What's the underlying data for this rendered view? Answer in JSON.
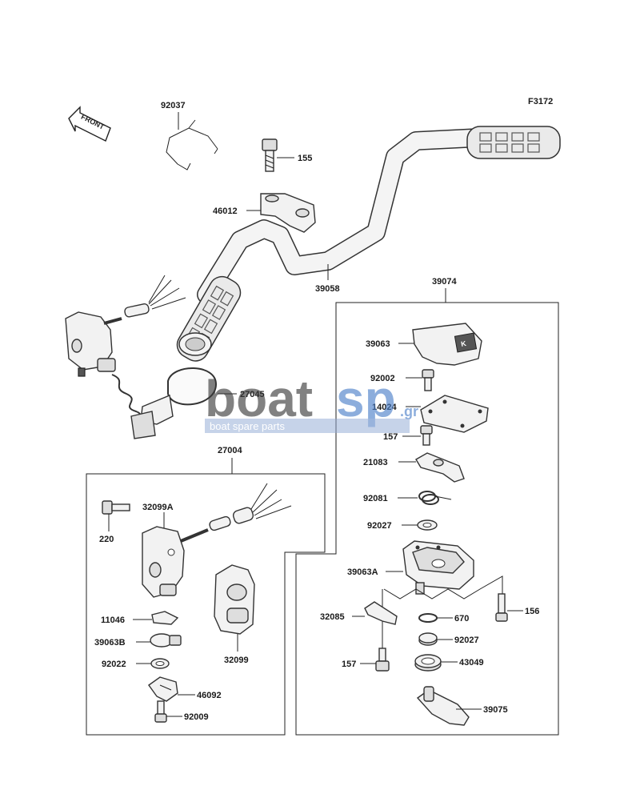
{
  "figure_code": "F3172",
  "front_label": "FRONT",
  "watermark": {
    "logo_left": "boat",
    "logo_right": "sp",
    "logo_suffix": ".gr",
    "tagline": "boat spare parts"
  },
  "callouts": {
    "p92037": "92037",
    "p155": "155",
    "p46012": "46012",
    "p39058": "39058",
    "p39074": "39074",
    "p27045": "27045",
    "p39063": "39063",
    "p92002": "92002",
    "p14024": "14024",
    "p157a": "157",
    "p21083": "21083",
    "p92081": "92081",
    "p92027a": "92027",
    "p39063A": "39063A",
    "p156": "156",
    "p32085": "32085",
    "p670": "670",
    "p92027b": "92027",
    "p157b": "157",
    "p43049": "43049",
    "p39075": "39075",
    "p27004": "27004",
    "p32099A": "32099A",
    "p220": "220",
    "p11046": "11046",
    "p39063B": "39063B",
    "p92022": "92022",
    "p32099": "32099",
    "p46092": "46092",
    "p92009": "92009"
  },
  "colors": {
    "line": "#222222",
    "part_fill": "#f2f2f2",
    "watermark_dark": "#3a3a3a",
    "watermark_blue": "#4b7fc8"
  }
}
